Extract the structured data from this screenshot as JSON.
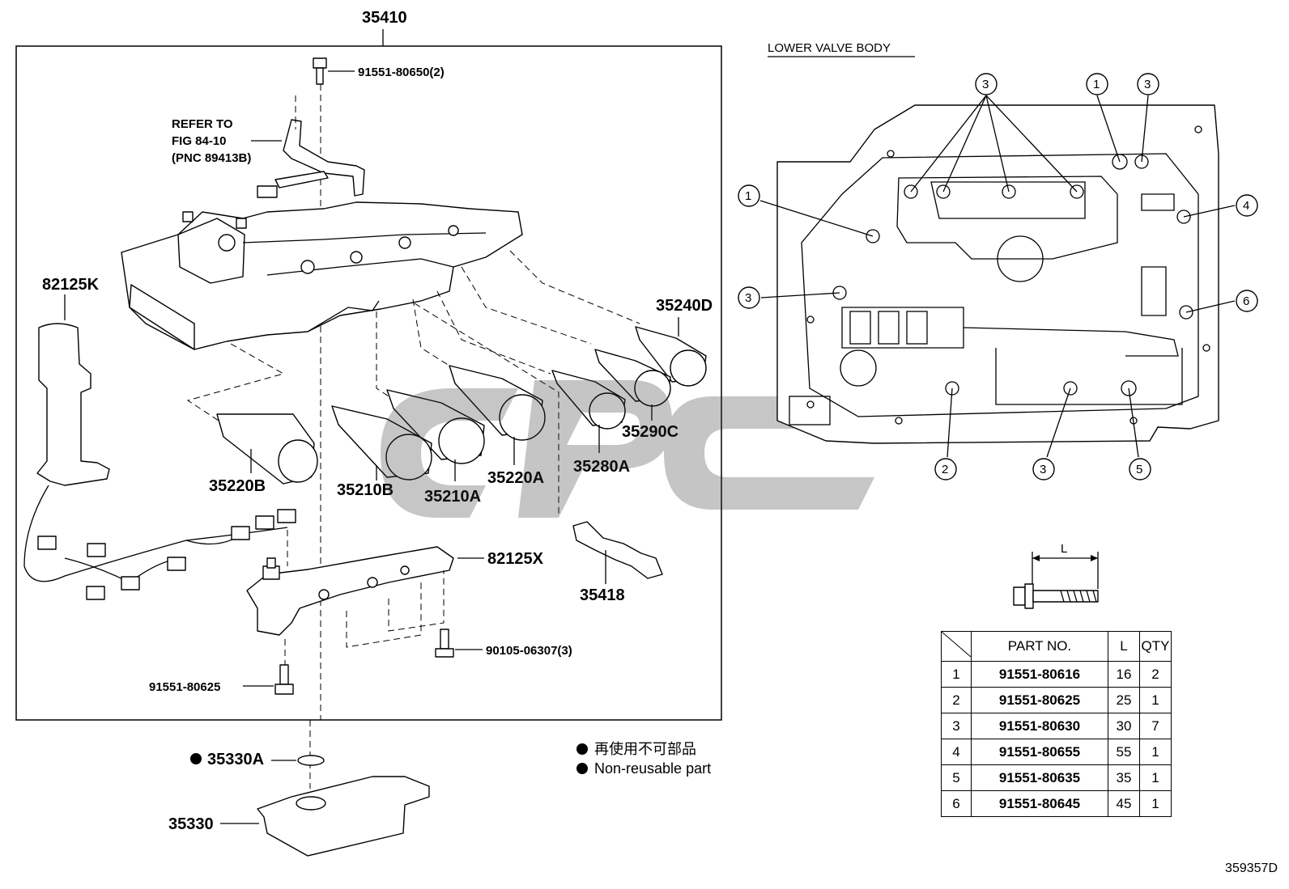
{
  "main_assembly": "35410",
  "refer_note": [
    "REFER TO",
    "FIG 84-10",
    "(PNC 89413B)"
  ],
  "part_labels": {
    "bolt_top": "91551-80650(2)",
    "harness": "82125K",
    "sol_35240d": "35240D",
    "sol_35290c": "35290C",
    "sol_35280a": "35280A",
    "sol_35220a": "35220A",
    "sol_35210a": "35210A",
    "sol_35210b": "35210B",
    "sol_35220b": "35220B",
    "valve_35418": "35418",
    "plate_82125x": "82125X",
    "bolt_90105": "90105-06307(3)",
    "bolt_80625": "91551-80625",
    "oring": "35330A",
    "strainer": "35330"
  },
  "lower_valve_body": {
    "title": "LOWER VALVE BODY",
    "callouts": [
      "3",
      "1",
      "3",
      "1",
      "4",
      "3",
      "6",
      "2",
      "3",
      "5"
    ]
  },
  "bolt_dimension_label": "L",
  "legend": {
    "jp": "再使用不可部品",
    "en": "Non-reusable part"
  },
  "parts_table": {
    "headers": [
      "",
      "PART NO.",
      "L",
      "QTY"
    ],
    "rows": [
      {
        "idx": "1",
        "part": "91551-80616",
        "l": "16",
        "qty": "2"
      },
      {
        "idx": "2",
        "part": "91551-80625",
        "l": "25",
        "qty": "1"
      },
      {
        "idx": "3",
        "part": "91551-80630",
        "l": "30",
        "qty": "7"
      },
      {
        "idx": "4",
        "part": "91551-80655",
        "l": "55",
        "qty": "1"
      },
      {
        "idx": "5",
        "part": "91551-80635",
        "l": "35",
        "qty": "1"
      },
      {
        "idx": "6",
        "part": "91551-80645",
        "l": "45",
        "qty": "1"
      }
    ]
  },
  "diagram_code": "359357D"
}
